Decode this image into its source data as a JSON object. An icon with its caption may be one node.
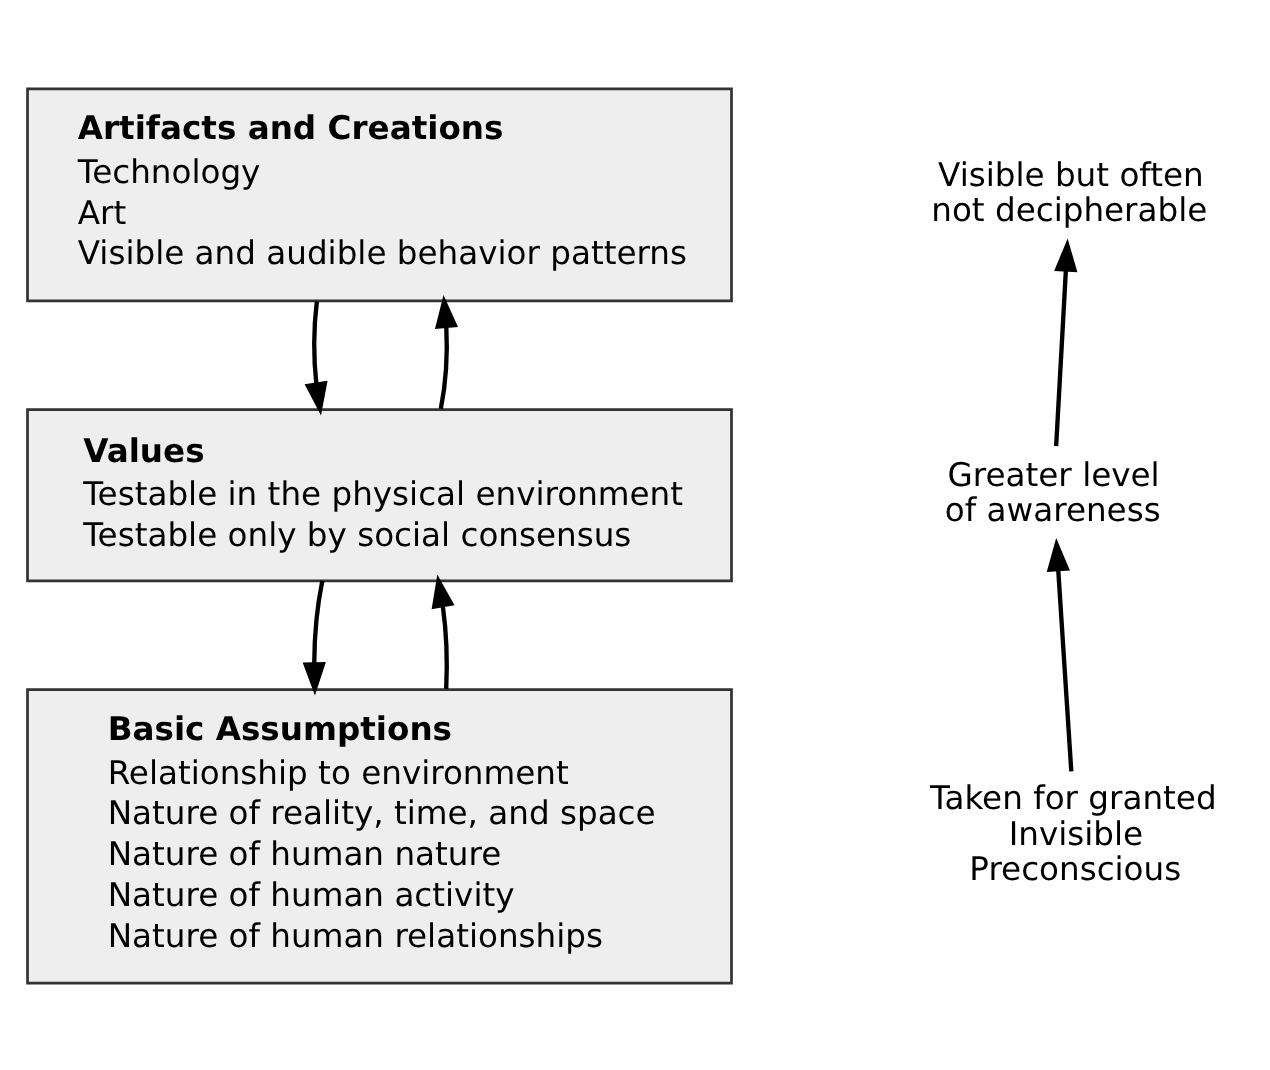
{
  "diagram": {
    "nodes": [
      {
        "text": [
          "Artifacts and Creations",
          "Technology",
          "Art",
          "Visible and audible behavior patterns"
        ]
      },
      {
        "text": [
          "Values",
          "Testable in the physical environment",
          "Testable only by social consensus"
        ]
      },
      {
        "text": [
          "Basic Assumptions",
          "Relationship to environment",
          "Nature of reality, time, and space",
          "Nature of human nature",
          "Nature of human activity",
          "Nature of human relationships"
        ]
      },
      {
        "text": [
          "Visible but often not decipherable"
        ]
      },
      {
        "text": [
          "Greater level of awareness"
        ]
      },
      {
        "text": [
          "Taken for granted",
          "Invisible",
          "Preconscious"
        ]
      }
    ],
    "edges": [
      {
        "from": 1,
        "to": 0,
        "arrow": "to"
      },
      {
        "from": 0,
        "to": 1,
        "arrow": "to"
      },
      {
        "from": 2,
        "to": 1,
        "arrow": "to"
      },
      {
        "from": 1,
        "to": 2,
        "arrow": "to"
      },
      {
        "from": 4,
        "to": 3,
        "arrow": "to"
      },
      {
        "from": 5,
        "to": 4,
        "arrow": "to"
      }
    ]
  }
}
